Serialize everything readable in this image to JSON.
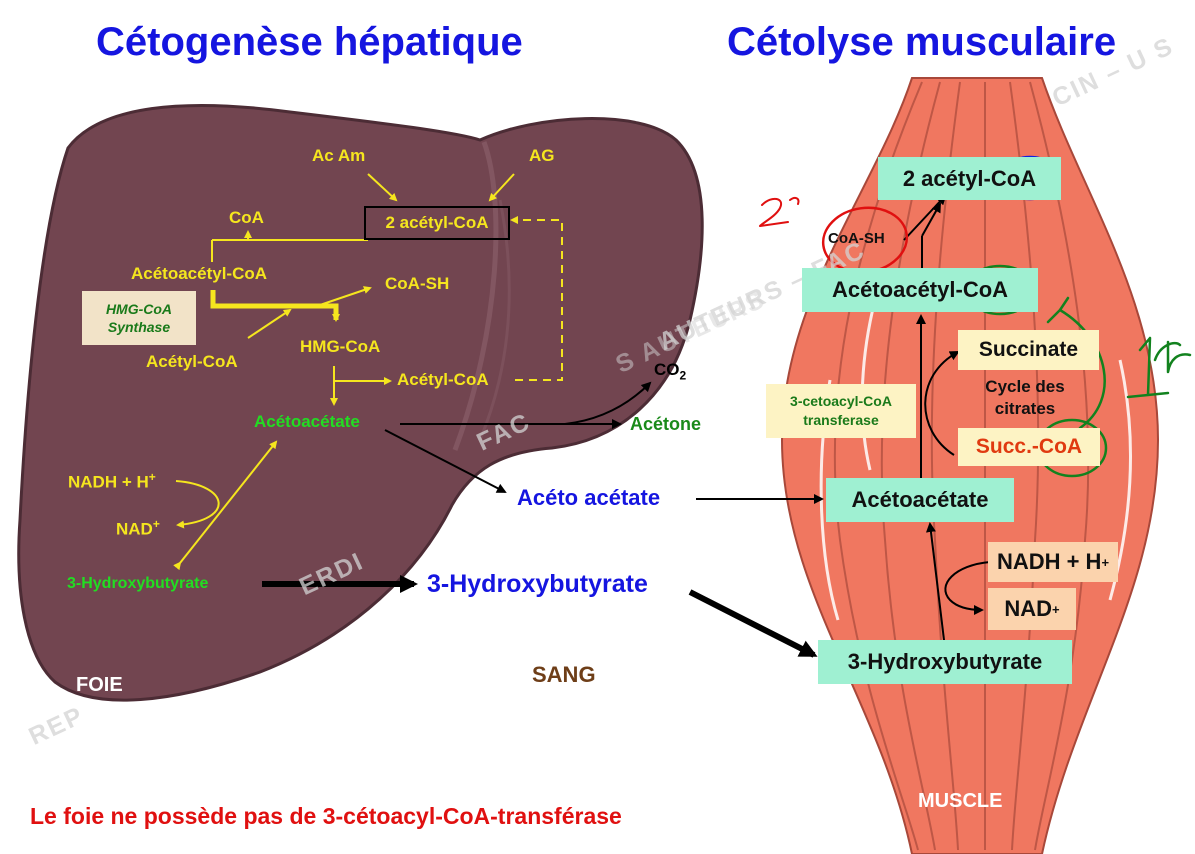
{
  "titles": {
    "left": "Cétogenèse hépatique",
    "right": "Cétolyse musculaire"
  },
  "liver": {
    "ac_am": "Ac Am",
    "ag": "AG",
    "coa": "CoA",
    "acetyl_coa_box": "2 acétyl-CoA",
    "acetoacetyl_coa": "Acétoacétyl-CoA",
    "coa_sh": "CoA-SH",
    "hmg_synthase_line1": "HMG-CoA",
    "hmg_synthase_line2": "Synthase",
    "acetyl_coa_in": "Acétyl-CoA",
    "hmg_coa": "HMG-CoA",
    "acetyl_coa_out": "Acétyl-CoA",
    "acetoacetate": "Acétoacétate",
    "nadh": "NADH + H",
    "nadh_sup": "+",
    "nad": "NAD",
    "nad_sup": "+",
    "hydroxybutyrate": "3-Hydroxybutyrate",
    "label": "FOIE"
  },
  "blood": {
    "co2": "CO",
    "co2_sub": "2",
    "acetone": "Acétone",
    "aceto_acetate": "Acéto acétate",
    "hydroxybutyrate": "3-Hydroxybutyrate",
    "label": "SANG"
  },
  "muscle": {
    "acetyl_coa_num": "2",
    "acetyl_coa_a": "acétyl-",
    "acetyl_coa_b": "CoA",
    "coa_sh": "CoA-SH",
    "acetoacetyl_coa_a": "Acétoacétyl-",
    "acetoacetyl_coa_b": "CoA",
    "succinate": "Succinate",
    "cycle_line1": "Cycle des",
    "cycle_line2": "citrates",
    "transferase_line1": "3-cetoacyl-CoA",
    "transferase_line2": "transferase",
    "succ_coa_a": "Succ.-",
    "succ_coa_b": "CoA",
    "acetoacetate": "Acétoacétate",
    "nadh": "NADH + H",
    "nadh_sup": "+",
    "nad": "NAD",
    "nad_sup": "+",
    "hydroxybutyrate": "3-Hydroxybutyrate",
    "label": "MUSCLE"
  },
  "annotations": {
    "second": "2e",
    "first": "1er"
  },
  "footer": "Le foie ne possède pas de 3-cétoacyl-CoA-transférase",
  "watermark": {
    "part1": "REP",
    "part2": "ERDI",
    "part3": "FAC",
    "part4": "AUTEURS – FAC",
    "part5": "S AUTEURS",
    "part6": "CIN – U S"
  },
  "colors": {
    "title_blue": "#1515e0",
    "liver": "#724550",
    "muscle": "#f07760",
    "yellow": "#f5e61e",
    "green": "#22dd22",
    "red": "#e01010",
    "brown": "#6e3e18"
  }
}
